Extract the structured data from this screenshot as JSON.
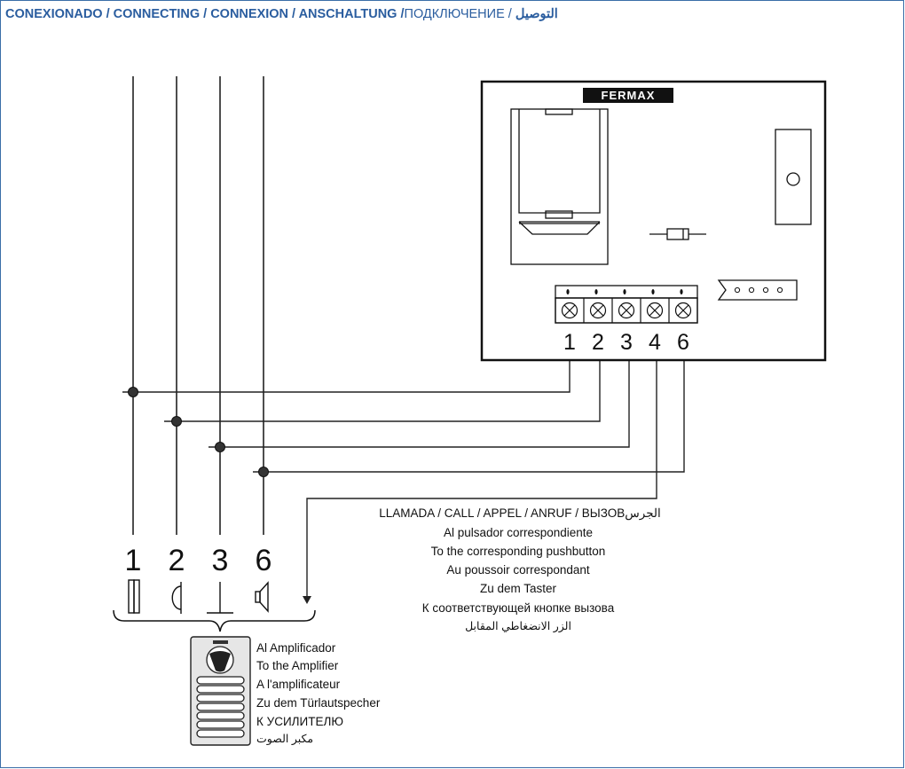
{
  "title": {
    "bold_part": "CONEXIONADO / CONNECTING / CONNEXION / ANSCHALTUNG /",
    "russian": "ПОДКЛЮЧЕНИЕ",
    "sep": " / ",
    "arabic": "التوصيل"
  },
  "brand": "FERMAX",
  "terminals": [
    "1",
    "2",
    "3",
    "4",
    "6"
  ],
  "bus_labels": [
    "1",
    "2",
    "3",
    "6"
  ],
  "call_label": {
    "text": "LLAMADA / CALL / APPEL /  ANRUF / ВЫЗОВ",
    "arabic": "الجرس"
  },
  "pushbutton_lines": [
    "Al pulsador correspondiente",
    "To the corresponding pushbutton",
    "Au poussoir correspondant",
    "Zu dem Taster",
    "К соответствующей кнопке вызова",
    "الزر الانضغاطي المقابل"
  ],
  "amplifier_lines": [
    "Al Amplificador",
    "To the Amplifier",
    "A l'amplificateur",
    "Zu dem Türlautspecher",
    "К УСИЛИТЕЛЮ",
    "مكبر الصوت"
  ]
}
